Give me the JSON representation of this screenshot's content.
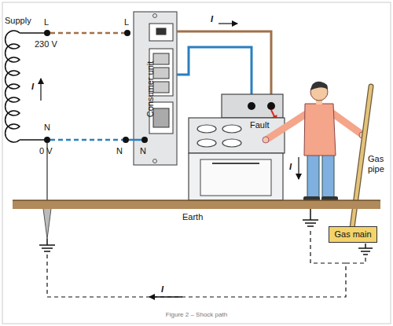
{
  "diagram": {
    "caption": "Figure 2 – Shock path",
    "nodes": [
      {
        "text": [
          "Consumer unit"
        ]
      },
      {
        "text": [
          "Gas main"
        ]
      }
    ],
    "labels": [
      "Supply",
      "L",
      "230 V",
      "N",
      "0 V",
      "L",
      "N",
      "N",
      "I",
      "I",
      "Fault",
      "I",
      "Gas pipe",
      "Earth",
      "I"
    ]
  }
}
